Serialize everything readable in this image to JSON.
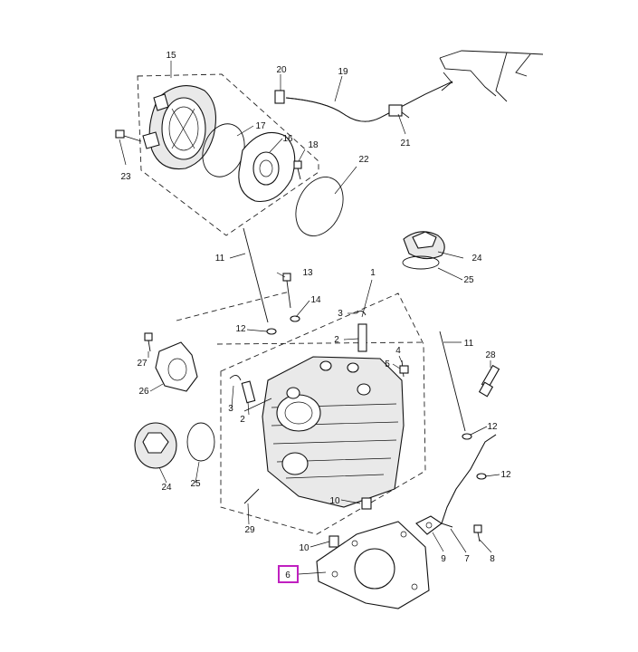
{
  "callouts": {
    "c1": "1",
    "c2a": "2",
    "c2b": "2",
    "c3a": "3",
    "c3b": "3",
    "c4": "4",
    "c5": "5",
    "c6": "6",
    "c7": "7",
    "c8": "8",
    "c9": "9",
    "c10a": "10",
    "c10b": "10",
    "c11a": "11",
    "c11b": "11",
    "c12a": "12",
    "c12b": "12",
    "c12c": "12",
    "c13": "13",
    "c14": "14",
    "c15": "15",
    "c16": "16",
    "c17": "17",
    "c18": "18",
    "c19": "19",
    "c20": "20",
    "c21": "21",
    "c22": "22",
    "c23": "23",
    "c24a": "24",
    "c24b": "24",
    "c25a": "25",
    "c25b": "25",
    "c26": "26",
    "c27": "27",
    "c28": "28",
    "c29": "29"
  },
  "highlight": {
    "part": "6",
    "color": "#c020c0"
  }
}
